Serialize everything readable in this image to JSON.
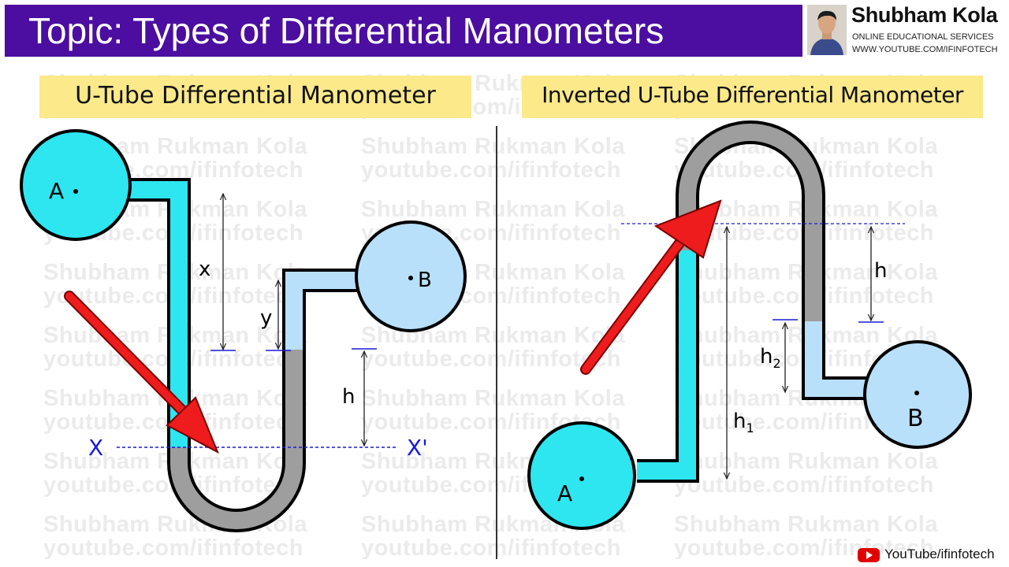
{
  "header": {
    "title": "Topic: Types of Differential Manometers"
  },
  "brand": {
    "name": "Shubham Kola",
    "subtitle": "ONLINE EDUCATIONAL SERVICES",
    "url": "WWW.YOUTUBE.COM/IFINFOTECH"
  },
  "watermark": {
    "line1": "Shubham Rukman Kola",
    "line2": "youtube.com/ifinfotech"
  },
  "left_panel": {
    "heading": "U-Tube Differential Manometer",
    "labels": {
      "a": "A",
      "b": "B",
      "x": "x",
      "y": "y",
      "h": "h",
      "x_left": "X",
      "x_right": "X'"
    }
  },
  "right_panel": {
    "heading": "Inverted U-Tube Differential Manometer",
    "labels": {
      "a": "A",
      "b": "B",
      "h": "h",
      "h1": "h",
      "h1_sub": "1",
      "h2": "h",
      "h2_sub": "2"
    }
  },
  "footer": {
    "youtube": "YouTube/ifinfotech"
  },
  "colors": {
    "title_bg": "#4b0ea0",
    "heading_bg": "#fbe98a",
    "fluid_a": "#2ee6f0",
    "fluid_b": "#b8e0fa",
    "mercury": "#9e9e9e",
    "arrow": "#ee1c1c",
    "datum_line": "#1a1ad6"
  }
}
